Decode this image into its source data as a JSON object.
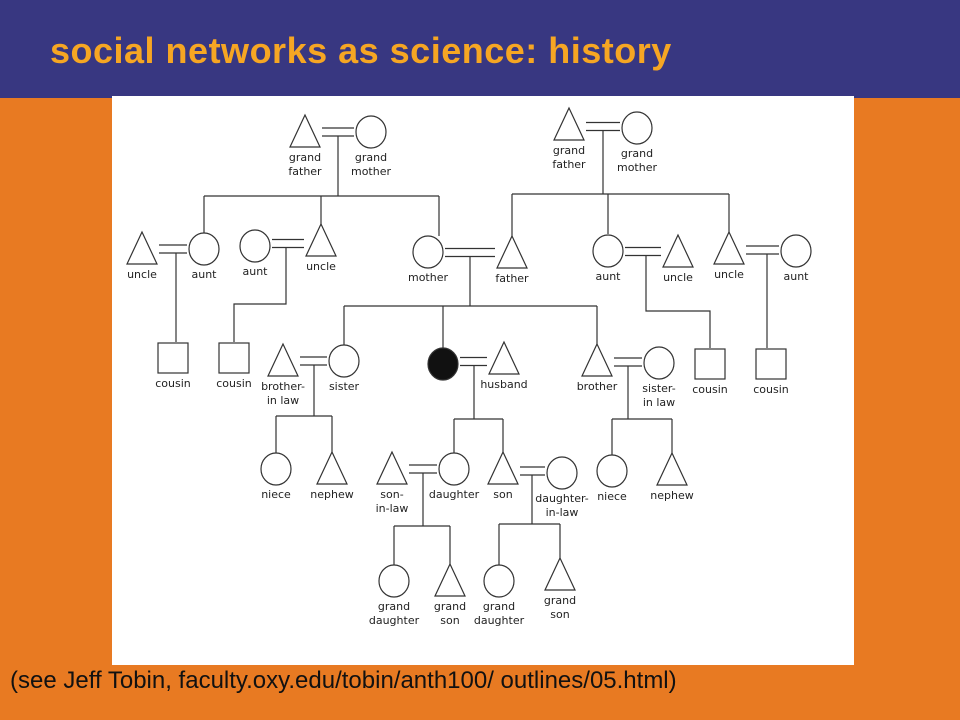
{
  "slide": {
    "title": "social networks as science: history",
    "caption": "(see Jeff Tobin, faculty.oxy.edu/tobin/anth100/ outlines/05.html)"
  },
  "colors": {
    "header_bg": "#383781",
    "title": "#F6A623",
    "background": "#E87A22",
    "panel": "#FFFFFF"
  },
  "diagram": {
    "nodes": [
      {
        "id": "gf1",
        "shape": "triangle",
        "label": [
          "grand",
          "father"
        ]
      },
      {
        "id": "gm1",
        "shape": "circle",
        "label": [
          "grand",
          "mother"
        ]
      },
      {
        "id": "gf2",
        "shape": "triangle",
        "label": [
          "grand",
          "father"
        ]
      },
      {
        "id": "gm2",
        "shape": "circle",
        "label": [
          "grand",
          "mother"
        ]
      },
      {
        "id": "uncle1",
        "shape": "triangle",
        "label": [
          "uncle"
        ]
      },
      {
        "id": "aunt1",
        "shape": "circle",
        "label": [
          "aunt"
        ]
      },
      {
        "id": "aunt2",
        "shape": "circle",
        "label": [
          "aunt"
        ]
      },
      {
        "id": "uncle2",
        "shape": "triangle",
        "label": [
          "uncle"
        ]
      },
      {
        "id": "mother",
        "shape": "circle",
        "label": [
          "mother"
        ]
      },
      {
        "id": "father",
        "shape": "triangle",
        "label": [
          "father"
        ]
      },
      {
        "id": "aunt3",
        "shape": "circle",
        "label": [
          "aunt"
        ]
      },
      {
        "id": "uncle3",
        "shape": "triangle",
        "label": [
          "uncle"
        ]
      },
      {
        "id": "uncle4",
        "shape": "triangle",
        "label": [
          "uncle"
        ]
      },
      {
        "id": "aunt4",
        "shape": "circle",
        "label": [
          "aunt"
        ]
      },
      {
        "id": "cousin1",
        "shape": "square",
        "label": [
          "cousin"
        ]
      },
      {
        "id": "cousin2",
        "shape": "square",
        "label": [
          "cousin"
        ]
      },
      {
        "id": "bil",
        "shape": "triangle",
        "label": [
          "brother-",
          "in law"
        ]
      },
      {
        "id": "sister",
        "shape": "circle",
        "label": [
          "sister"
        ]
      },
      {
        "id": "ego",
        "shape": "circle-filled",
        "label": []
      },
      {
        "id": "husband",
        "shape": "triangle",
        "label": [
          "husband"
        ]
      },
      {
        "id": "brother",
        "shape": "triangle",
        "label": [
          "brother"
        ]
      },
      {
        "id": "sil",
        "shape": "circle",
        "label": [
          "sister-",
          "in law"
        ]
      },
      {
        "id": "cousin3",
        "shape": "square",
        "label": [
          "cousin"
        ]
      },
      {
        "id": "cousin4",
        "shape": "square",
        "label": [
          "cousin"
        ]
      },
      {
        "id": "niece1",
        "shape": "circle",
        "label": [
          "niece"
        ]
      },
      {
        "id": "nephew1",
        "shape": "triangle",
        "label": [
          "nephew"
        ]
      },
      {
        "id": "soninlaw",
        "shape": "triangle",
        "label": [
          "son-",
          "in-law"
        ]
      },
      {
        "id": "daughter",
        "shape": "circle",
        "label": [
          "daughter"
        ]
      },
      {
        "id": "son",
        "shape": "triangle",
        "label": [
          "son"
        ]
      },
      {
        "id": "dil",
        "shape": "circle",
        "label": [
          "daughter-",
          "in-law"
        ]
      },
      {
        "id": "niece2",
        "shape": "circle",
        "label": [
          "niece"
        ]
      },
      {
        "id": "nephew2",
        "shape": "triangle",
        "label": [
          "nephew"
        ]
      },
      {
        "id": "gd1",
        "shape": "circle",
        "label": [
          "grand",
          "daughter"
        ]
      },
      {
        "id": "gs1",
        "shape": "triangle",
        "label": [
          "grand",
          "son"
        ]
      },
      {
        "id": "gd2",
        "shape": "circle",
        "label": [
          "grand",
          "daughter"
        ]
      },
      {
        "id": "gs2",
        "shape": "triangle",
        "label": [
          "grand",
          "son"
        ]
      }
    ]
  }
}
